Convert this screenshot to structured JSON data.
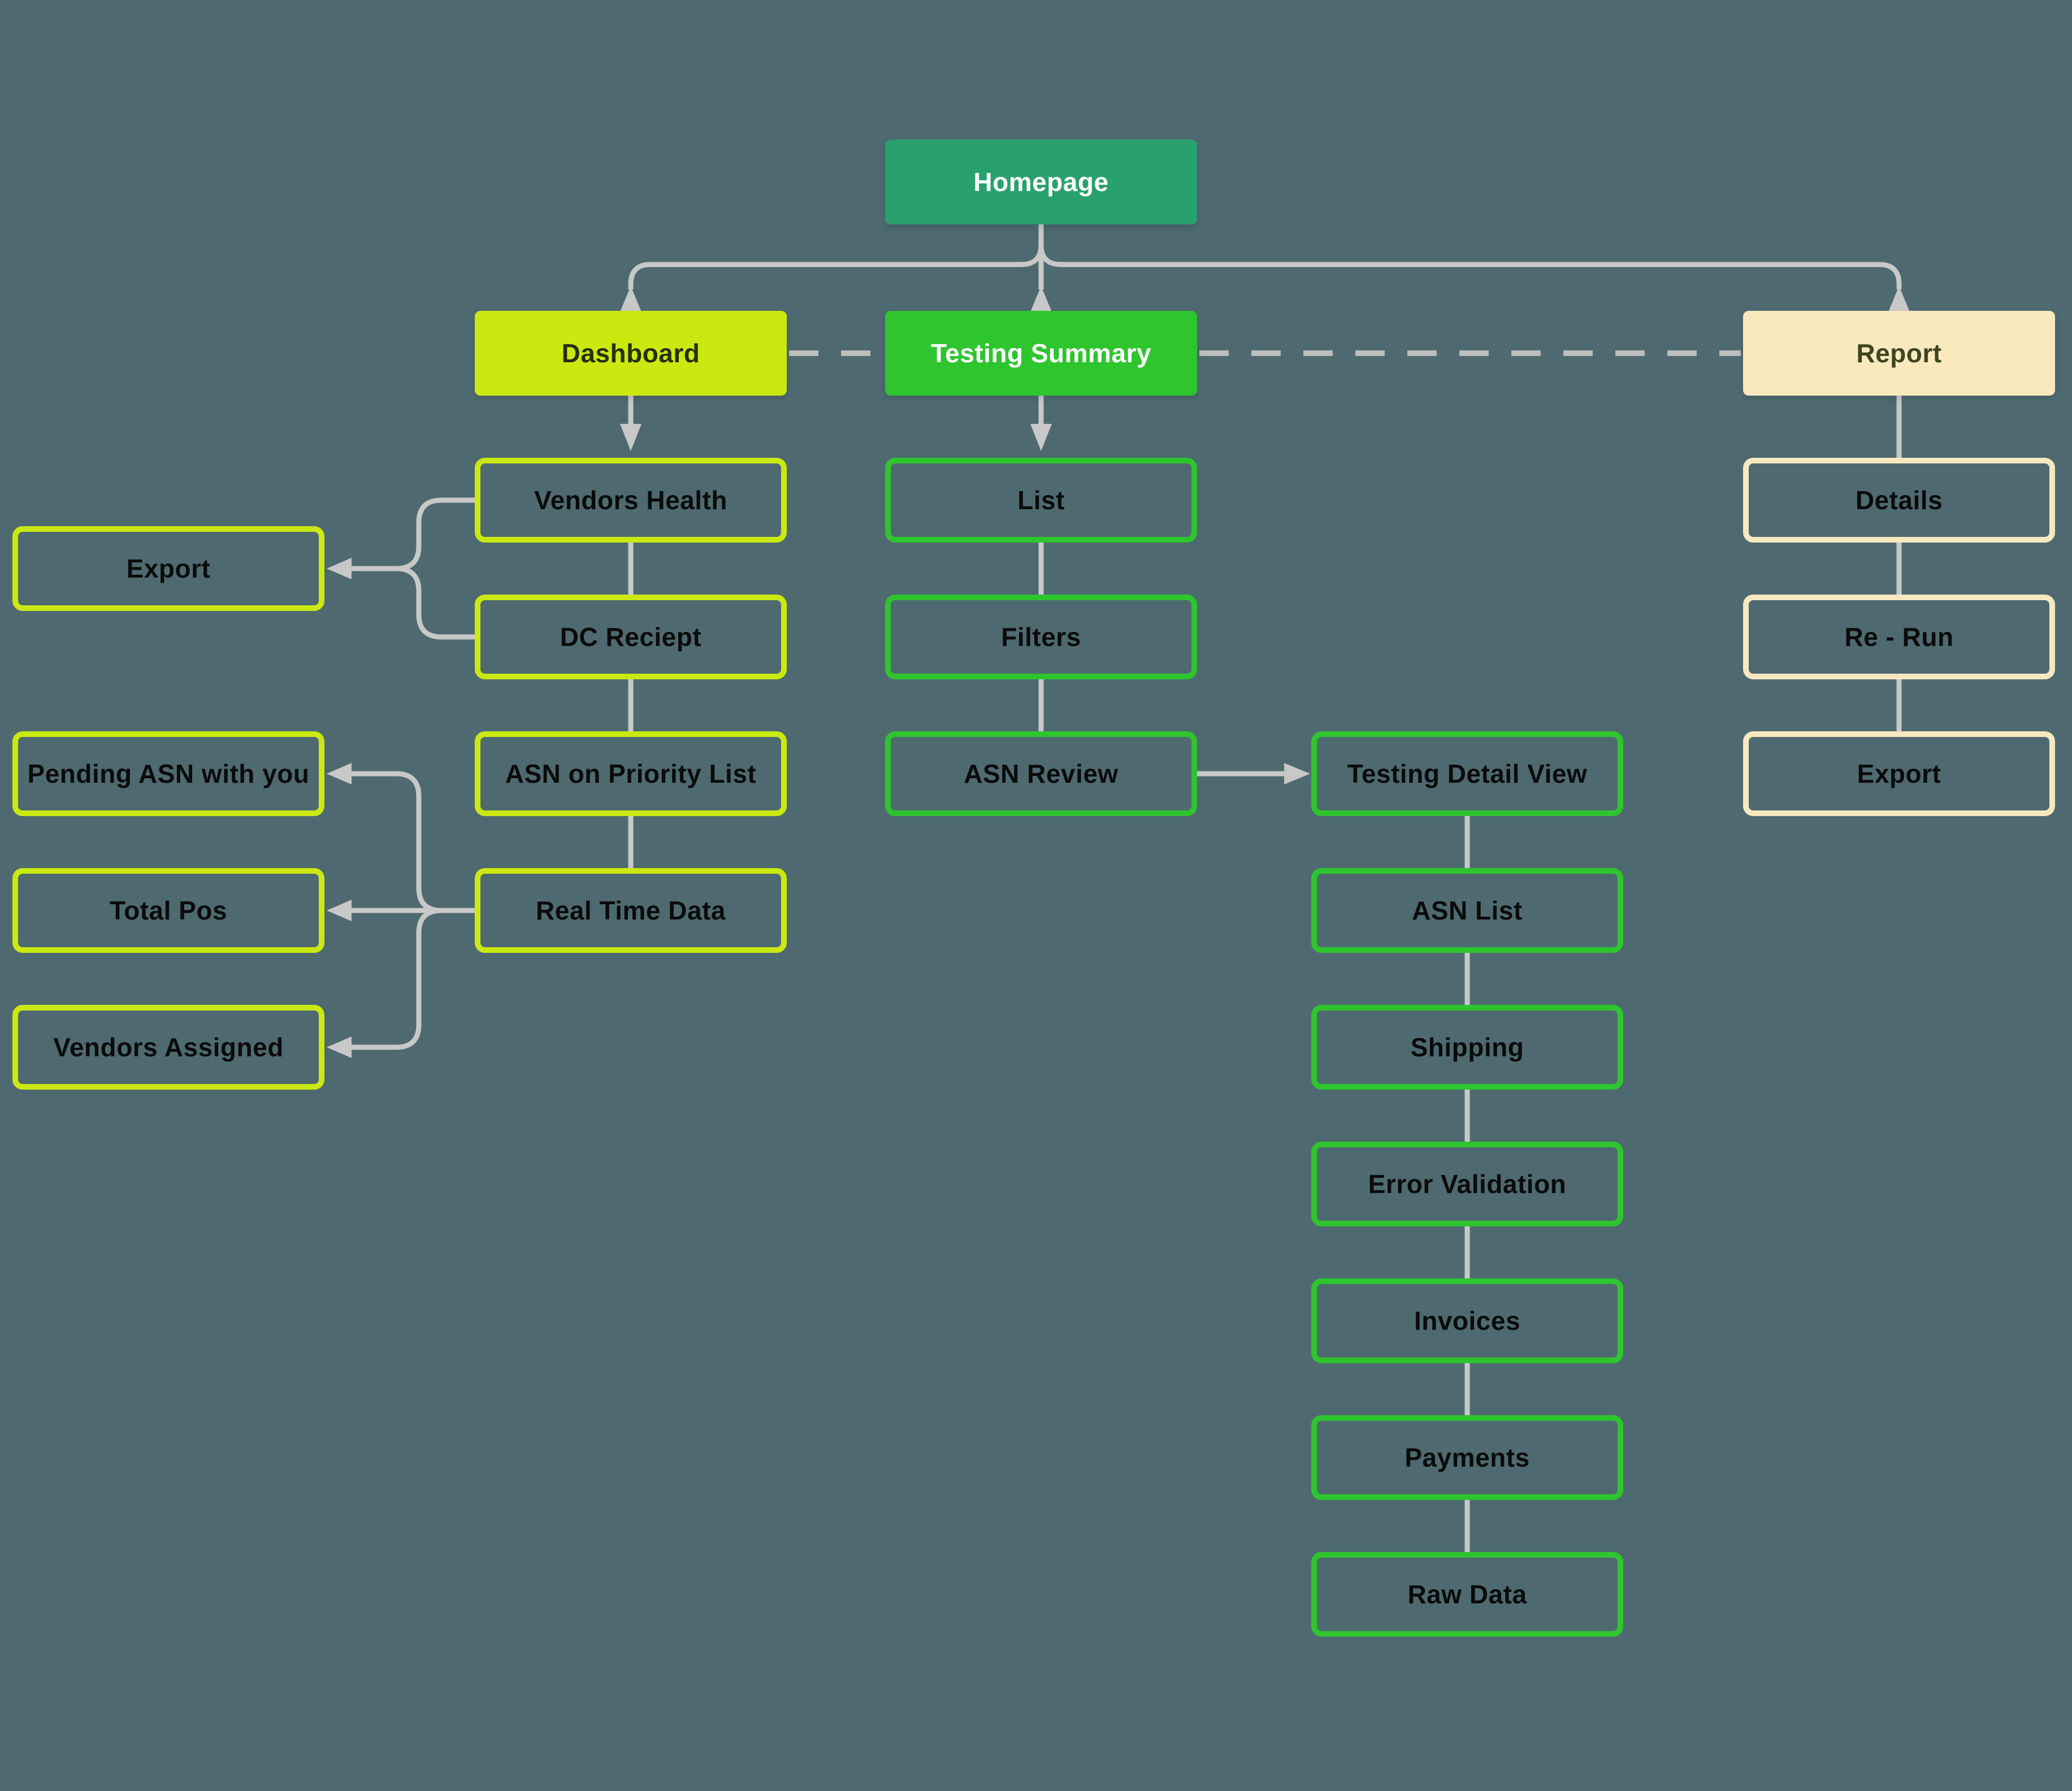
{
  "diagram_type": "sitemap-flowchart",
  "colors": {
    "background": "#4e6a70",
    "connector": "#c8c8c8",
    "dashed_connector": "#bdbdbd",
    "homepage_fill": "#28a16e",
    "dashboard_fill": "#cbe911",
    "testing_summary_fill": "#2ec52e",
    "report_fill": "#f9e9bf",
    "lime_border": "#cbe911",
    "green_border": "#2ec52e",
    "cream_border": "#f8e8c0"
  },
  "nodes": {
    "homepage": {
      "label": "Homepage"
    },
    "dashboard": {
      "label": "Dashboard"
    },
    "testing_summary": {
      "label": "Testing Summary"
    },
    "report": {
      "label": "Report"
    },
    "dashboard_children": [
      {
        "label": "Vendors Health"
      },
      {
        "label": "DC Reciept"
      },
      {
        "label": "ASN on Priority List"
      },
      {
        "label": "Real Time Data"
      }
    ],
    "dashboard_side": [
      {
        "label": "Export"
      },
      {
        "label": "Pending ASN with you"
      },
      {
        "label": "Total Pos"
      },
      {
        "label": "Vendors Assigned"
      }
    ],
    "testing_children": [
      {
        "label": "List"
      },
      {
        "label": "Filters"
      },
      {
        "label": "ASN Review"
      }
    ],
    "detail_children": [
      {
        "label": "Testing Detail View"
      },
      {
        "label": "ASN List"
      },
      {
        "label": "Shipping"
      },
      {
        "label": "Error Validation"
      },
      {
        "label": "Invoices"
      },
      {
        "label": "Payments"
      },
      {
        "label": "Raw Data"
      }
    ],
    "report_children": [
      {
        "label": "Details"
      },
      {
        "label": "Re - Run"
      },
      {
        "label": "Export"
      }
    ]
  }
}
